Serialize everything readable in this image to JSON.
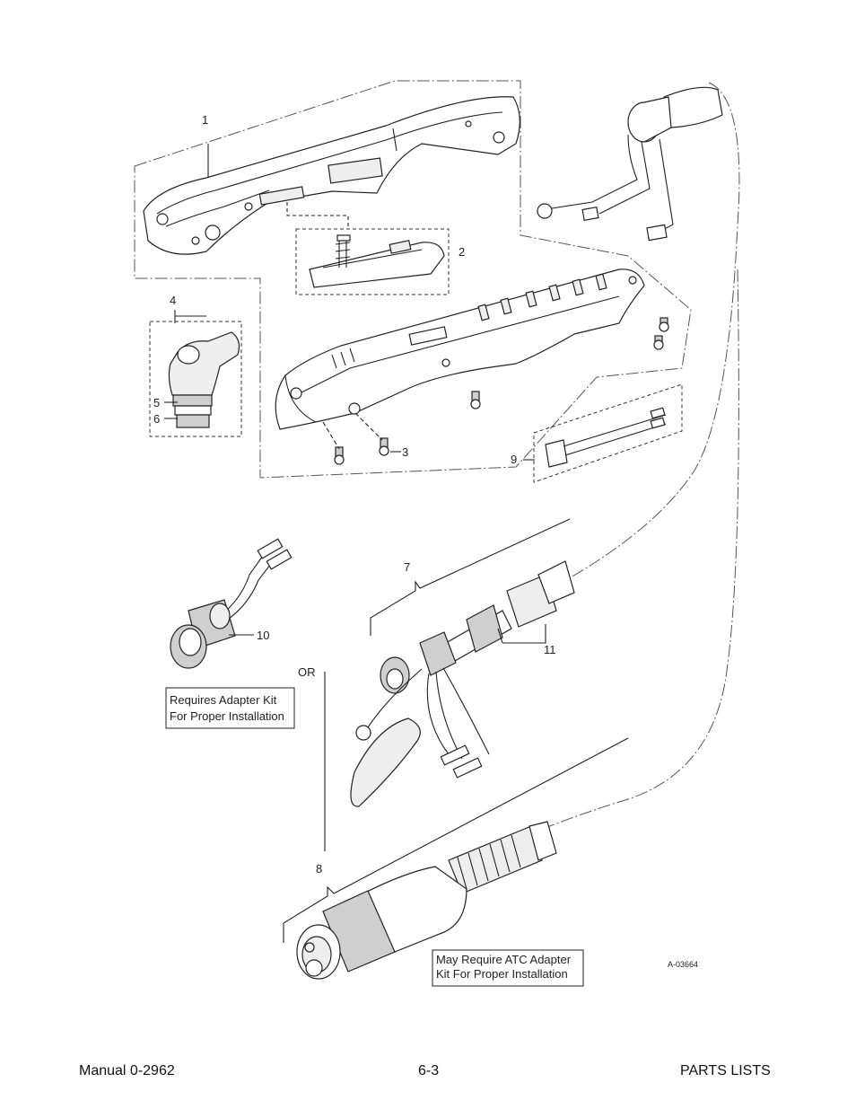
{
  "callouts": {
    "c1": "1",
    "c2": "2",
    "c3": "3",
    "c4": "4",
    "c5": "5",
    "c6": "6",
    "c7": "7",
    "c8": "8",
    "c9": "9",
    "c10": "10",
    "c11": "11",
    "or": "OR"
  },
  "notes": {
    "adapter_kit": [
      "Requires Adapter Kit",
      "For Proper Installation"
    ],
    "atc_adapter_kit": [
      "May Require ATC Adapter",
      "Kit For Proper Installation"
    ]
  },
  "drawing_number": "A-03664",
  "footer": {
    "manual": "Manual 0-2962",
    "page": "6-3",
    "section": "PARTS LISTS"
  }
}
